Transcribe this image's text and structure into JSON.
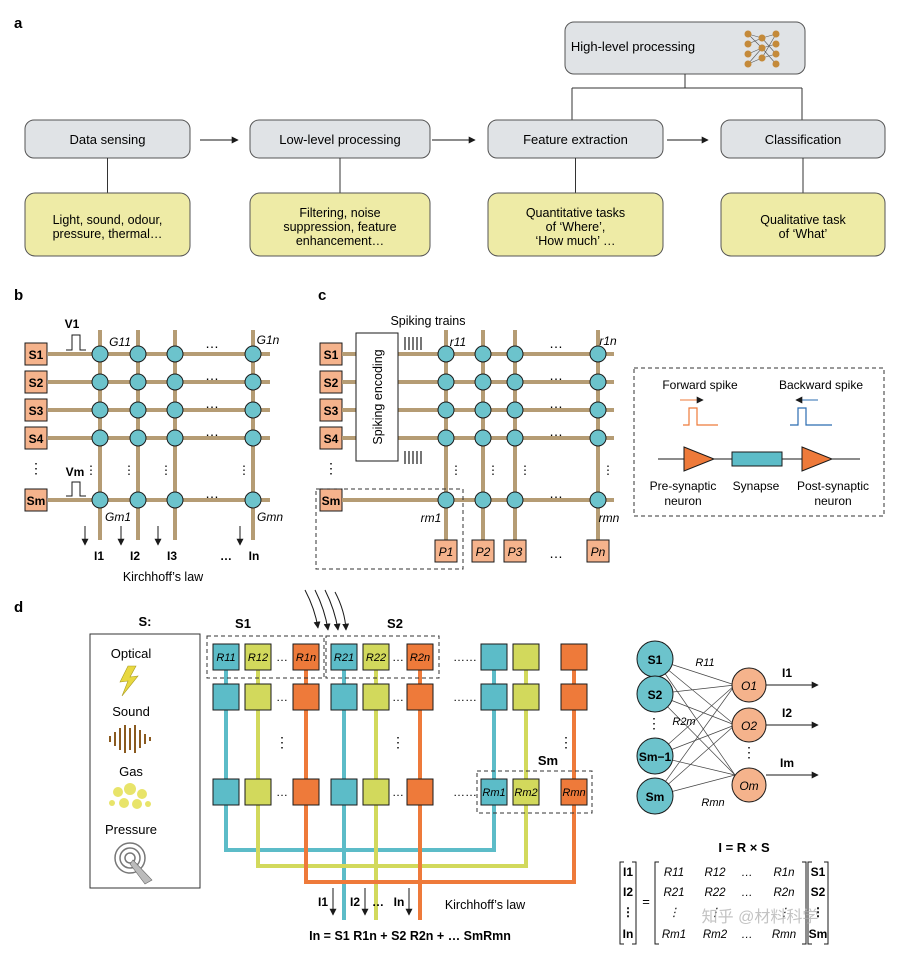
{
  "panel_letters": {
    "a": "a",
    "b": "b",
    "c": "c",
    "d": "d"
  },
  "a": {
    "top": "High-level processing",
    "steps": [
      "Data sensing",
      "Low-level processing",
      "Feature extraction",
      "Classification"
    ],
    "details": [
      [
        "Light, sound, odour,",
        "pressure, thermal…"
      ],
      [
        "Filtering, noise",
        "suppression, feature",
        "enhancement…"
      ],
      [
        "Quantitative tasks",
        "of ‘Where’,",
        "‘How much’ …"
      ],
      [
        "Qualitative task",
        "of ‘What’"
      ]
    ]
  },
  "b": {
    "sources": [
      "S1",
      "S2",
      "S3",
      "S4",
      "⋮",
      "Sm"
    ],
    "v1": "V1",
    "vm": "Vm",
    "g11": "G11",
    "g1n": "G1n",
    "gm1": "Gm1",
    "gmn": "Gmn",
    "currents": [
      "I1",
      "I2",
      "I3",
      "…",
      "In"
    ],
    "dots": "…",
    "law": "Kirchhoff’s law"
  },
  "c": {
    "spiking_trains": "Spiking trains",
    "encoding": "Spiking encoding",
    "sources": [
      "S1",
      "S2",
      "S3",
      "S4",
      "⋮",
      "Sm"
    ],
    "r11": "r11",
    "r1n": "r1n",
    "rm1": "rm1",
    "rmn": "rmn",
    "outputs": [
      "P1",
      "P2",
      "P3",
      "…",
      "Pn"
    ],
    "legend": {
      "forward": "Forward spike",
      "backward": "Backward spike",
      "pre": [
        "Pre-synaptic",
        "neuron"
      ],
      "synapse": "Synapse",
      "post": [
        "Post-synaptic",
        "neuron"
      ]
    }
  },
  "d": {
    "s_label": "S:",
    "sensors": [
      "Optical",
      "Sound",
      "Gas",
      "Pressure"
    ],
    "group_s1": "S1",
    "group_s2": "S2",
    "group_sm": "Sm",
    "top_row": [
      "R11",
      "R12",
      "…",
      "R1n",
      "R21",
      "R22",
      "…",
      "R2n",
      "……"
    ],
    "bottom_row": [
      "Rm1",
      "Rm2",
      "…",
      "Rmn"
    ],
    "bottom_currents": [
      "I1",
      "I2",
      "…",
      "In"
    ],
    "law": "Kirchhoff’s law",
    "equation": "In = S1 R1n + S2 R2n + … SmRmn",
    "network": {
      "inputs": [
        "S1",
        "S2",
        "⋮",
        "Sm−1",
        "Sm"
      ],
      "outputs": [
        "O1",
        "O2",
        "⋮",
        "Om"
      ],
      "currents": [
        "I1",
        "I2",
        "Im"
      ],
      "weights": [
        "R11",
        "R2m",
        "Rmn"
      ]
    },
    "matrix_title": "I = R × S",
    "matrix": {
      "left": [
        "I1",
        "I2",
        "⋮",
        "In"
      ],
      "rows": [
        [
          "R11",
          "R12",
          "…",
          "R1n"
        ],
        [
          "R21",
          "R22",
          "…",
          "R2n"
        ],
        [
          "⋮",
          "⋮",
          "",
          "⋮"
        ],
        [
          "Rm1",
          "Rm2",
          "…",
          "Rmn"
        ]
      ],
      "right": [
        "S1",
        "S2",
        "⋮",
        "Sm"
      ]
    },
    "watermark": "知乎 @材料科学"
  },
  "colors": {
    "node": "#6cc3cc",
    "source": "#f5b38c",
    "grey_box": "#e0e3e6",
    "yellow_box": "#eeeba6",
    "wire": "#b59c74",
    "teal": "#5cbcc8",
    "olive": "#d2d95c",
    "orange": "#ee7a3a"
  }
}
